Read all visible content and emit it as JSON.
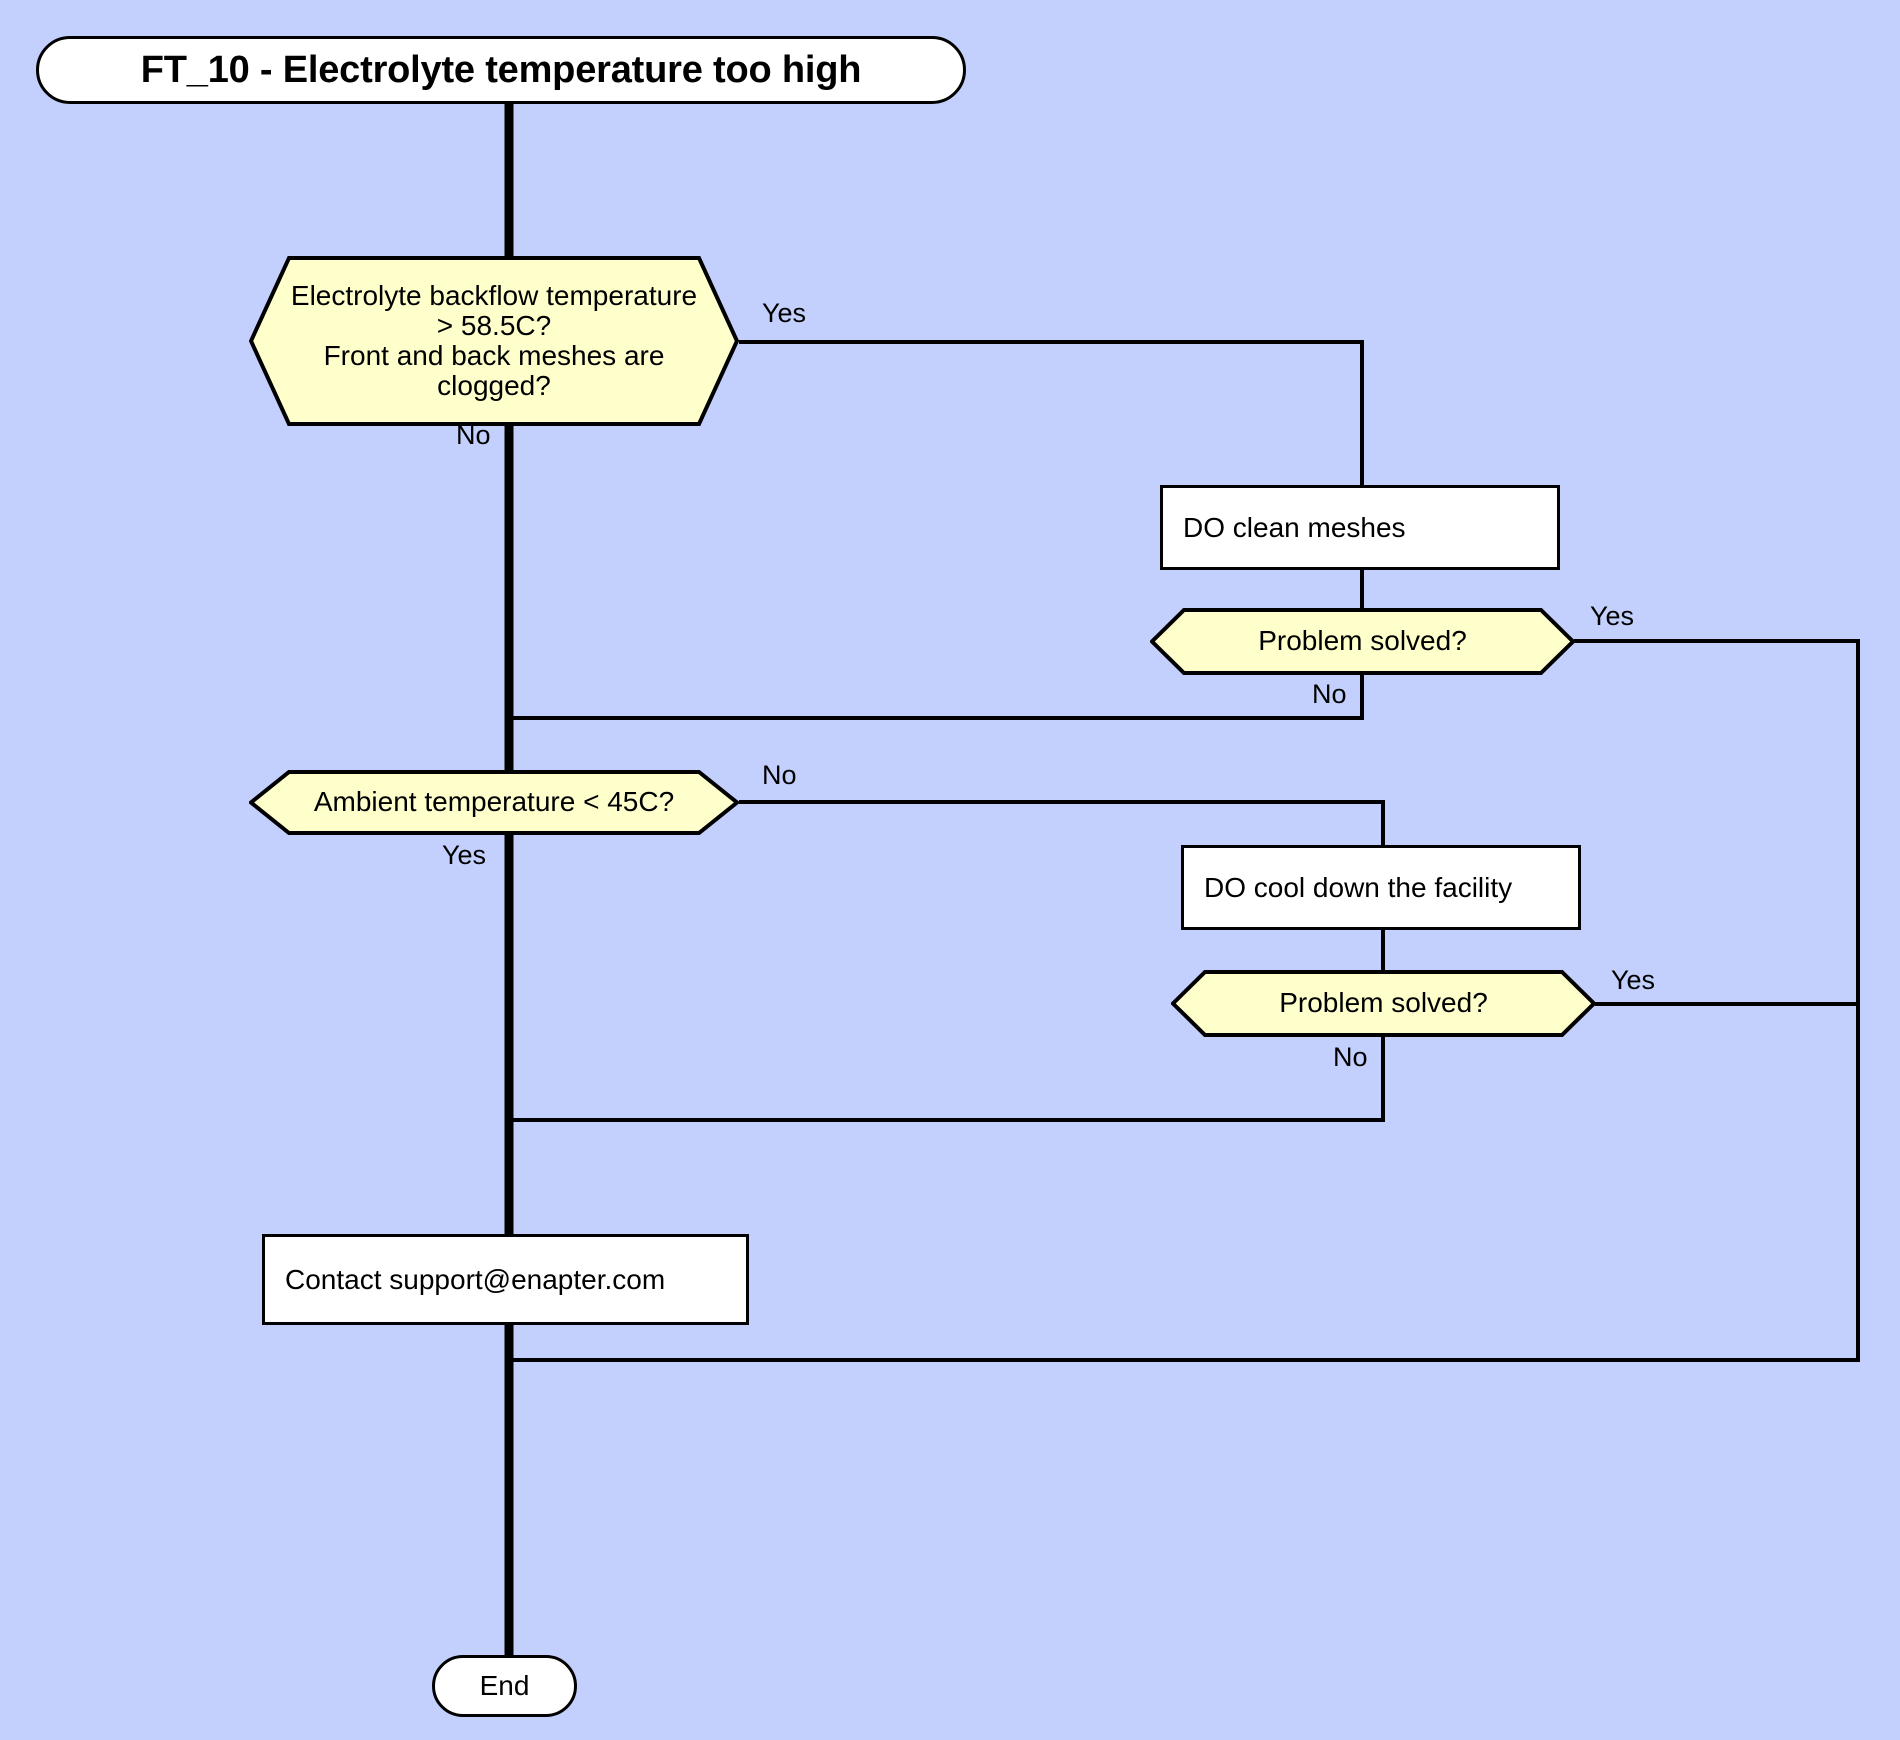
{
  "diagram": {
    "title": "FT_10 - Electrolyte temperature too high",
    "background_color": "#c3d0fd",
    "decision_fill": "#ffffcc",
    "process_fill": "#ffffff",
    "stroke_color": "#000000",
    "terminator": "End"
  },
  "nodes": {
    "start": {
      "label": "FT_10 - Electrolyte temperature too high",
      "type": "terminator"
    },
    "decision_backflow": {
      "label": "Electrolyte backflow temperature\n> 58.5C?\nFront and back meshes are\nclogged?",
      "type": "decision"
    },
    "process_clean_meshes": {
      "label": "DO clean meshes",
      "type": "process"
    },
    "decision_solved_1": {
      "label": "Problem solved?",
      "type": "decision"
    },
    "decision_ambient": {
      "label": "Ambient temperature < 45C?",
      "type": "decision"
    },
    "process_cool_facility": {
      "label": "DO cool down the facility",
      "type": "process"
    },
    "decision_solved_2": {
      "label": "Problem solved?",
      "type": "decision"
    },
    "process_contact_support": {
      "label": "Contact support@enapter.com",
      "type": "process"
    },
    "end": {
      "label": "End",
      "type": "terminator"
    }
  },
  "edge_labels": {
    "backflow_yes": "Yes",
    "backflow_no": "No",
    "solved1_yes": "Yes",
    "solved1_no": "No",
    "ambient_no": "No",
    "ambient_yes": "Yes",
    "solved2_yes": "Yes",
    "solved2_no": "No"
  }
}
